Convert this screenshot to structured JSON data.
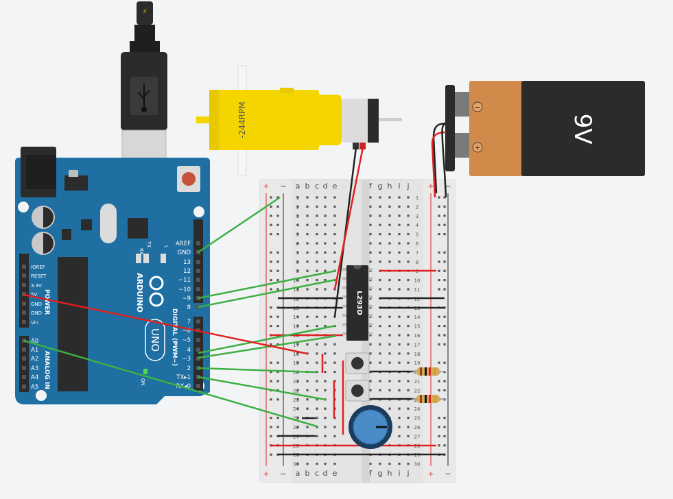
{
  "motor": {
    "label": "-244RPM"
  },
  "battery": {
    "voltage": "9V",
    "minus": "−",
    "plus": "+"
  },
  "chip": {
    "label": "L293D"
  },
  "usb": {
    "icon": "usb-icon"
  },
  "arduino": {
    "brand": "ARDUINO",
    "model": "UNO",
    "on_label": "ON",
    "tx": "TX",
    "rx": "RX",
    "l": "L",
    "digital_title": "DIGITAL (PWM~)",
    "power_title": "POWER",
    "analog_title": "ANALOG IN",
    "digital_pins": [
      "AREF",
      "GND",
      "13",
      "12",
      "~11",
      "~10",
      "~9",
      "8",
      "7",
      "~6",
      "~5",
      "4",
      "~3",
      "2",
      "TX▸1",
      "RX◂0"
    ],
    "power_pins": [
      "IOREF",
      "RESET",
      "3.3V",
      "5V",
      "GND",
      "GND",
      "Vin"
    ],
    "analog_pins": [
      "A0",
      "A1",
      "A2",
      "A3",
      "A4",
      "A5"
    ]
  },
  "breadboard": {
    "cols_left": [
      "a",
      "b",
      "c",
      "d",
      "e"
    ],
    "cols_right": [
      "f",
      "g",
      "h",
      "i",
      "j"
    ],
    "rail_plus": "+",
    "rail_minus": "−",
    "rows": [
      "1",
      "2",
      "3",
      "4",
      "5",
      "6",
      "7",
      "8",
      "9",
      "10",
      "11",
      "12",
      "13",
      "14",
      "15",
      "16",
      "17",
      "18",
      "19",
      "20",
      "21",
      "22",
      "23",
      "24",
      "25",
      "26",
      "27",
      "28",
      "29",
      "30"
    ]
  },
  "colors": {
    "wire_green": "#3cb043",
    "wire_red": "#e02020",
    "wire_black": "#222222",
    "arduino_blue": "#1f6fa3",
    "motor_yellow": "#f4d500",
    "battery_orange": "#d28a4a",
    "battery_black": "#2b2b2b",
    "knob_blue": "#4a8cc8"
  }
}
